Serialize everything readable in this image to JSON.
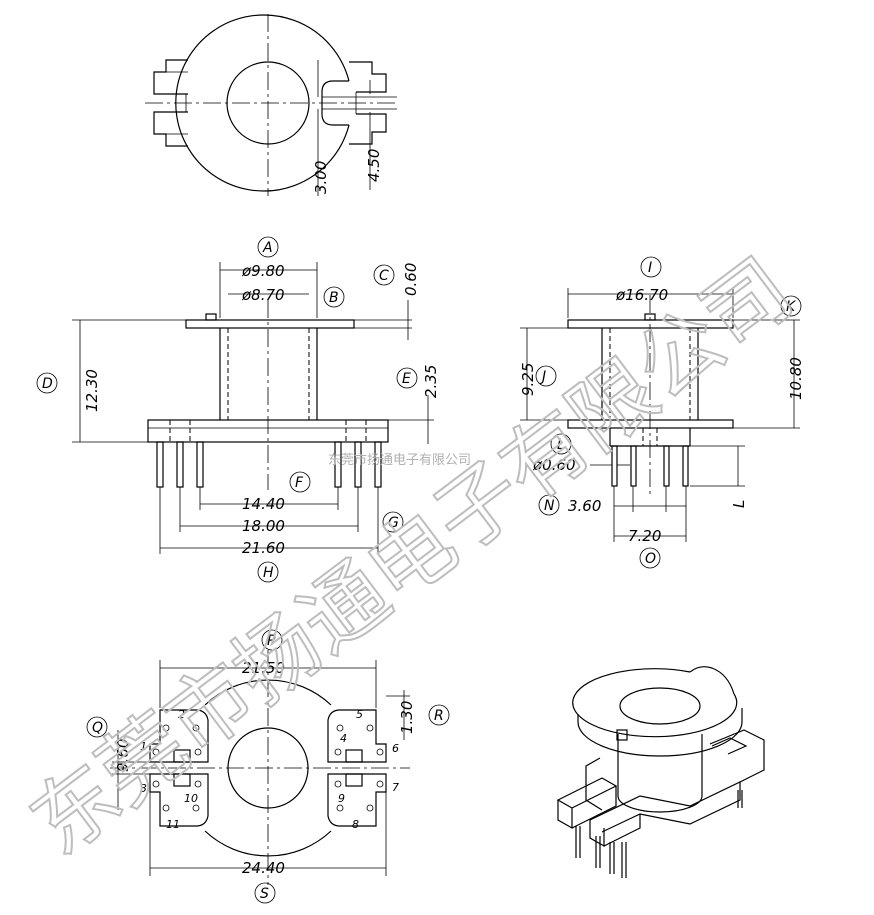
{
  "watermark": {
    "large": "东莞市扬通电子有限公司",
    "small": "东莞市扬通电子有限公司"
  },
  "top_view": {
    "dims": [
      "3.00",
      "4.50"
    ]
  },
  "front_view": {
    "dims": {
      "a": "ø9.80",
      "b": "ø8.70",
      "c": "0.60",
      "d": "12.30",
      "e": "2.35",
      "f": "14.40",
      "g": "18.00",
      "h": "21.60"
    },
    "labels": {
      "a": "A",
      "b": "B",
      "c": "C",
      "d": "D",
      "e": "E",
      "f": "F",
      "g": "G",
      "h": "H"
    }
  },
  "side_view": {
    "dims": {
      "i": "ø16.70",
      "j": "9.25",
      "k": "10.80",
      "l": "ø0.60",
      "l_pin": "L",
      "n": "3.60",
      "o": "7.20"
    },
    "labels": {
      "i": "I",
      "j": "J",
      "k": "K",
      "l": "L",
      "n": "N",
      "o": "O"
    }
  },
  "bottom_view": {
    "dims": {
      "p": "21.50",
      "q": "9.60",
      "r": "1.30",
      "s": "24.40"
    },
    "labels": {
      "p": "P",
      "q": "Q",
      "r": "R",
      "s": "S"
    },
    "pins": [
      "1",
      "2",
      "3",
      "4",
      "5",
      "6",
      "7",
      "8",
      "9",
      "10",
      "11"
    ]
  }
}
